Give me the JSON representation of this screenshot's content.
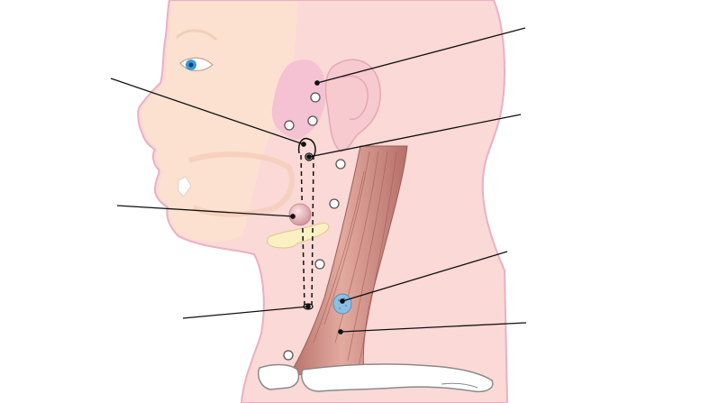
{
  "figure": {
    "description_visible_text": "",
    "labels": [],
    "colors": {
      "skin": "#fbd9d6",
      "skin_outline": "#eab0c2",
      "face_tint": "#fbe2cf",
      "parotid_region": "#f3bfd1",
      "muscle": "#c98880",
      "muscle_dark": "#a65e58",
      "bone": "#ffffff",
      "bone_outline": "#8a8a8a",
      "hyoid": "#fbf0c4",
      "node_fill": "#ffffff",
      "gland": "#e8aab0",
      "lymph_blue": "#8cbfe2",
      "eye_iris": "#3a9ad8",
      "leader_line": "#111111"
    },
    "leaders": [
      {
        "name": "leader-top-right"
      },
      {
        "name": "leader-upper-left"
      },
      {
        "name": "leader-mid-right"
      },
      {
        "name": "leader-mid-left"
      },
      {
        "name": "leader-lower-right-upper"
      },
      {
        "name": "leader-lower-left"
      },
      {
        "name": "leader-lower-right"
      }
    ]
  }
}
